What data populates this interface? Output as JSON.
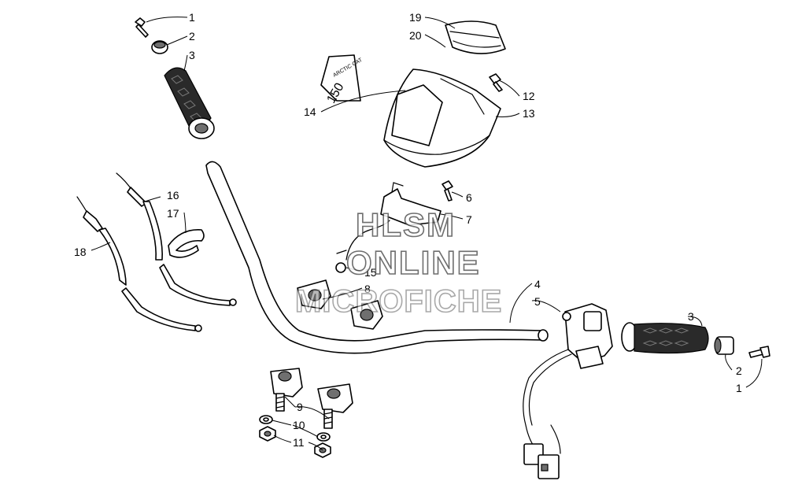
{
  "callouts": {
    "c1a": "1",
    "c2a": "2",
    "c3a": "3",
    "c4": "4",
    "c5": "5",
    "c6": "6",
    "c7": "7",
    "c8": "8",
    "c9": "9",
    "c10": "10",
    "c11": "11",
    "c12": "12",
    "c13": "13",
    "c14": "14",
    "c15": "15",
    "c16": "16",
    "c17": "17",
    "c18": "18",
    "c19": "19",
    "c20": "20",
    "c3b": "3",
    "c2b": "2",
    "c1b": "1"
  },
  "decal": {
    "brand": "ARCTIC CAT",
    "model": "150"
  },
  "watermark": {
    "line1": "HLSM",
    "line2": "ONLINE",
    "line3": "MICROFICHE"
  },
  "colors": {
    "lines": "#000000",
    "shade": "#6f6f6f",
    "watermark_outline": "#555555"
  }
}
